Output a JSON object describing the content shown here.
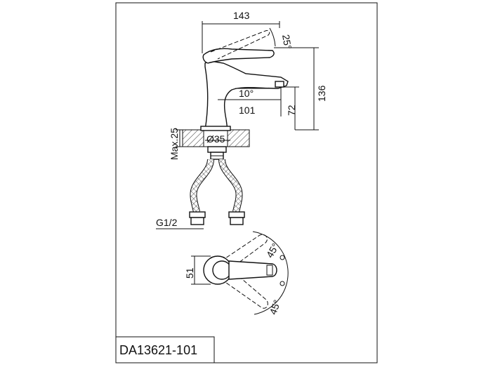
{
  "drawing": {
    "model_code": "DA13621-101",
    "dimensions": {
      "overall_length": "143",
      "handle_angle": "25°",
      "overall_height": "136",
      "spout_angle": "10°",
      "spout_height": "72",
      "spout_reach": "101",
      "base_diameter": "Ø35",
      "max_deck": "Max.25",
      "thread": "G1/2",
      "top_width": "51",
      "swing_left": "45°",
      "swing_right": "45°"
    }
  }
}
